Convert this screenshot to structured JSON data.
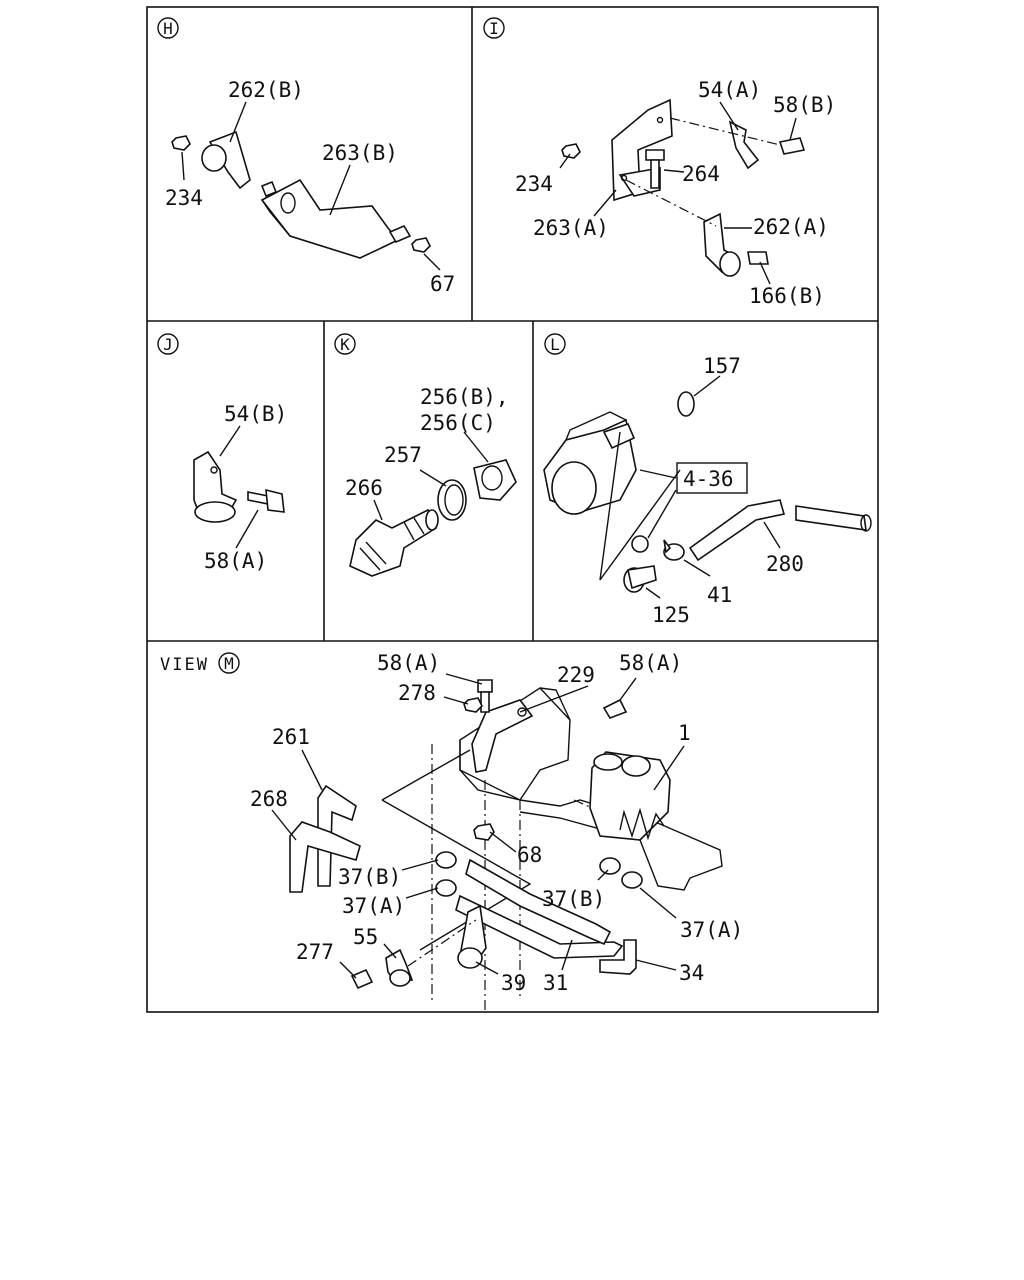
{
  "panels": {
    "h": {
      "marker": "H",
      "labels": [
        "262(B)",
        "263(B)",
        "234",
        "67"
      ]
    },
    "i": {
      "marker": "I",
      "labels": [
        "54(A)",
        "58(B)",
        "234",
        "264",
        "263(A)",
        "262(A)",
        "166(B)"
      ]
    },
    "j": {
      "marker": "J",
      "labels": [
        "54(B)",
        "58(A)"
      ]
    },
    "k": {
      "marker": "K",
      "labels": [
        "256(B),",
        "256(C)",
        "257",
        "266"
      ]
    },
    "l": {
      "marker": "L",
      "labels": [
        "157",
        "4-36",
        "280",
        "41",
        "125"
      ]
    },
    "m": {
      "view_word": "VIEW",
      "marker": "M",
      "labels": [
        "58(A)",
        "229",
        "58(A)",
        "278",
        "1",
        "261",
        "268",
        "68",
        "37(B)",
        "37(A)",
        "37(B)",
        "37(A)",
        "55",
        "277",
        "39",
        "31",
        "34"
      ]
    }
  }
}
